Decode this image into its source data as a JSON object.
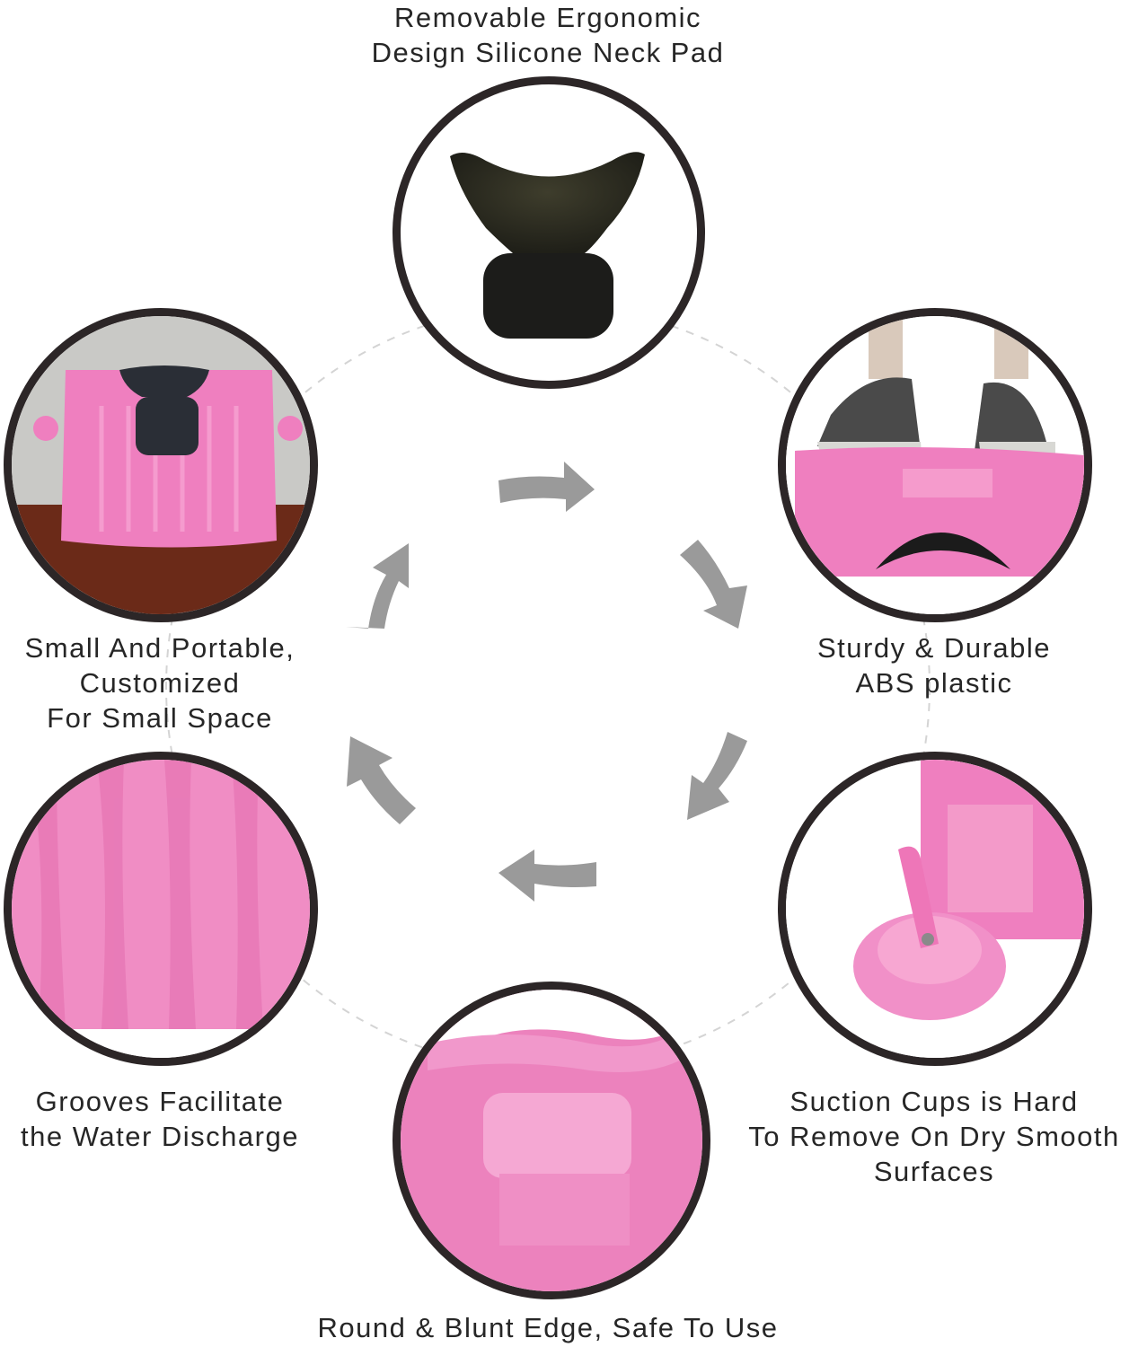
{
  "title": "Shampoo bowl feature wheel",
  "colors": {
    "ring_border": "#2c2627",
    "arrow": "#9a9a9a",
    "product_pink": "#ef7fbf",
    "dashed_line": "#d4d4d4",
    "text": "#262626"
  },
  "features": [
    {
      "id": "neck-pad",
      "lines": [
        "Removable Ergonomic",
        "Design Silicone Neck Pad"
      ],
      "image": "black silicone neck pad"
    },
    {
      "id": "sturdy",
      "lines": [
        "Sturdy & Durable",
        "ABS plastic"
      ],
      "image": "feet standing on pink basin"
    },
    {
      "id": "suction",
      "lines": [
        "Suction Cups is Hard",
        "To Remove On Dry Smooth",
        "Surfaces"
      ],
      "image": "pink suction cup"
    },
    {
      "id": "edge",
      "lines": [
        "Round & Blunt Edge, Safe To Use"
      ],
      "image": "pink rounded edge close-up"
    },
    {
      "id": "grooves",
      "lines": [
        "Grooves Facilitate",
        "the Water Discharge"
      ],
      "image": "pink grooved surface"
    },
    {
      "id": "portable",
      "lines": [
        "Small And Portable,",
        "Customized",
        "For Small Space"
      ],
      "image": "pink basin with neck pad on wooden table"
    }
  ],
  "arrows": [
    "top-right",
    "right-upper",
    "right-lower",
    "bottom",
    "left-lower",
    "left-upper"
  ]
}
